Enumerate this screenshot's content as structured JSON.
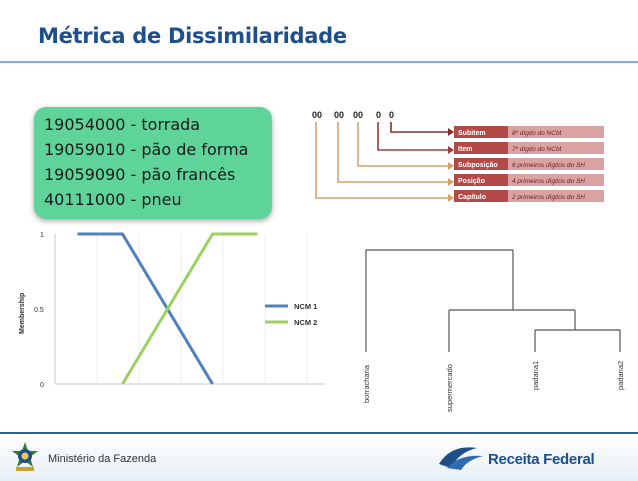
{
  "slide": {
    "title": "Métrica de Dissimilaridade",
    "ncm_examples": [
      "19054000 - torrada",
      "19059010 - pão de forma",
      "19059090 - pão francês",
      "40111000 - pneu"
    ]
  },
  "ncm_structure": {
    "digits": [
      "00",
      "00",
      "00",
      "0",
      "0"
    ],
    "levels": [
      {
        "name": "Subitem",
        "desc": "8º dígito do NCM"
      },
      {
        "name": "Item",
        "desc": "7º dígito do NCM"
      },
      {
        "name": "Subposição",
        "desc": "6 primeiros dígitos do SH"
      },
      {
        "name": "Posição",
        "desc": "4 primeiros dígitos do SH"
      },
      {
        "name": "Capítulo",
        "desc": "2 primeiros dígitos do SH"
      }
    ]
  },
  "chart_data": [
    {
      "type": "line",
      "ylabel": "Membership",
      "yticks": [
        "0",
        "0.5",
        "1"
      ],
      "ylim": [
        0,
        1
      ],
      "xlim": [
        0,
        12
      ],
      "legend_position": "right",
      "series": [
        {
          "name": "NCM 1",
          "color": "#4f81bd",
          "x": [
            1,
            3,
            7
          ],
          "y": [
            1,
            1,
            0
          ]
        },
        {
          "name": "NCM 2",
          "color": "#9bd15d",
          "x": [
            3,
            7,
            9
          ],
          "y": [
            0,
            1,
            1
          ]
        }
      ]
    },
    {
      "type": "dendrogram",
      "leaves": [
        "borracharia",
        "supermercado",
        "padaria1",
        "padaria2"
      ]
    }
  ],
  "footer": {
    "ministry": "Ministério da Fazenda",
    "brand": "Receita Federal"
  },
  "colors": {
    "title": "#1f4f8a",
    "ncm_box": "#5fd49a",
    "bracket": "#d9a06a",
    "bracket_dark": "#8b2a2a",
    "level_bar": "#b24a4a"
  }
}
